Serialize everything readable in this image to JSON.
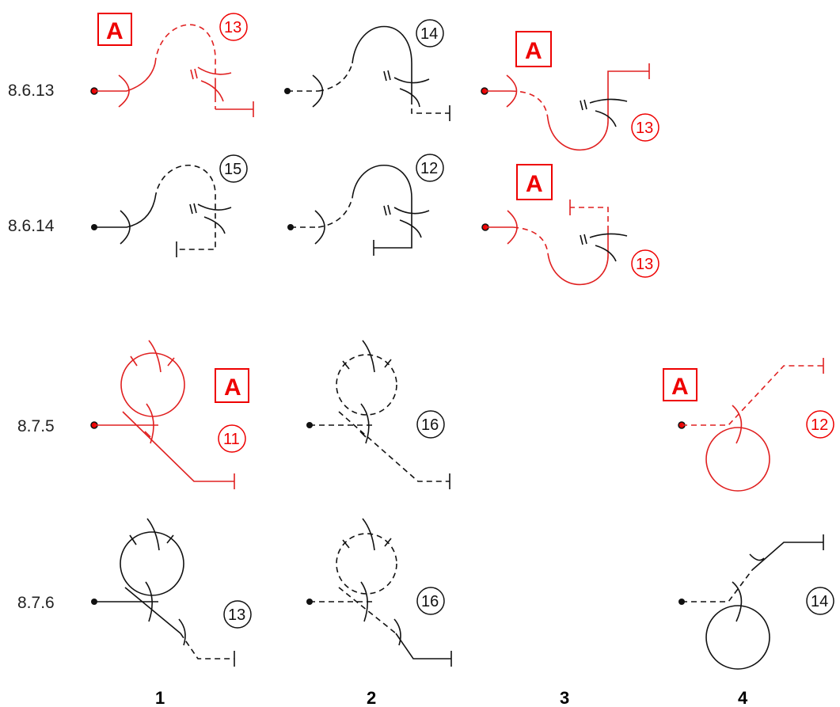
{
  "colors": {
    "red": "#e02020",
    "black": "#111111"
  },
  "row_labels": [
    "8.6.13",
    "8.6.14",
    "8.7.5",
    "8.7.6"
  ],
  "column_labels": [
    "1",
    "2",
    "3",
    "4"
  ],
  "marker_text": "A",
  "figures": [
    {
      "row": "8.6.13",
      "column": "1",
      "number": "13",
      "color": "red",
      "marked": true
    },
    {
      "row": "8.6.13",
      "column": "2",
      "number": "14",
      "color": "black",
      "marked": false
    },
    {
      "row": "8.6.13",
      "column": "3",
      "number": "13",
      "color": "red",
      "marked": true
    },
    {
      "row": "8.6.14",
      "column": "1",
      "number": "15",
      "color": "black",
      "marked": false
    },
    {
      "row": "8.6.14",
      "column": "2",
      "number": "12",
      "color": "black",
      "marked": false
    },
    {
      "row": "8.6.14",
      "column": "3",
      "number": "13",
      "color": "red",
      "marked": true
    },
    {
      "row": "8.7.5",
      "column": "1",
      "number": "11",
      "color": "red",
      "marked": true
    },
    {
      "row": "8.7.5",
      "column": "2",
      "number": "16",
      "color": "black",
      "marked": false
    },
    {
      "row": "8.7.5",
      "column": "4",
      "number": "12",
      "color": "red",
      "marked": true
    },
    {
      "row": "8.7.6",
      "column": "1",
      "number": "13",
      "color": "black",
      "marked": false
    },
    {
      "row": "8.7.6",
      "column": "2",
      "number": "16",
      "color": "black",
      "marked": false
    },
    {
      "row": "8.7.6",
      "column": "4",
      "number": "14",
      "color": "black",
      "marked": false
    }
  ]
}
